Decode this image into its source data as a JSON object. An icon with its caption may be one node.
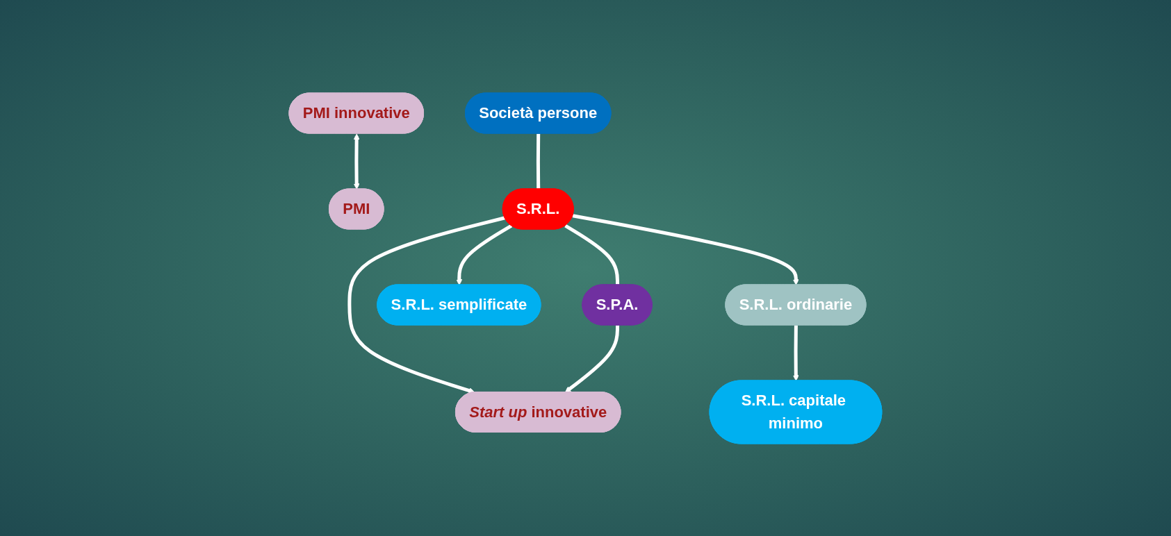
{
  "diagram": {
    "nodes": [
      {
        "text": [
          "PMI"
        ]
      },
      {
        "text": [
          "Società persone"
        ]
      },
      {
        "text": [
          "S.R.L."
        ]
      },
      {
        "text": [
          "S.P.A."
        ]
      },
      {
        "text": [
          "S.R.L. semplificate"
        ]
      },
      {
        "text": [
          "*Start up* innovative"
        ]
      },
      {
        "text": [
          "PMI innovative"
        ]
      },
      {
        "text": [
          "S.R.L. ordinarie"
        ]
      },
      {
        "text": [
          "S.R.L. capitale minimo"
        ]
      }
    ],
    "edges": [
      {
        "from": 1,
        "to": 2,
        "arrow": "none"
      },
      {
        "from": 2,
        "to": 3,
        "arrow": "none"
      },
      {
        "from": 2,
        "to": 4,
        "arrow": "to"
      },
      {
        "from": 2,
        "to": 7,
        "arrow": "to"
      },
      {
        "from": 7,
        "to": 8,
        "arrow": "to"
      },
      {
        "from": 2,
        "to": 5,
        "arrow": "to"
      },
      {
        "from": 3,
        "to": 5,
        "arrow": "to"
      },
      {
        "from": 6,
        "to": 0,
        "arrow": "both"
      }
    ]
  }
}
